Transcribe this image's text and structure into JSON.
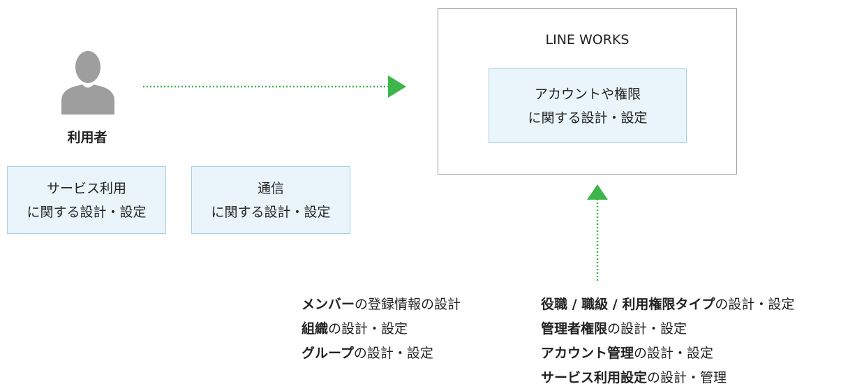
{
  "user": {
    "label": "利用者",
    "icon": "person-silhouette-icon"
  },
  "boxes": {
    "service": {
      "line1": "サービス利用",
      "line2": "に関する設計・設定"
    },
    "communication": {
      "line1": "通信",
      "line2": "に関する設計・設定"
    },
    "account": {
      "line1": "アカウントや権限",
      "line2": "に関する設計・設定"
    }
  },
  "works": {
    "title": "LINE WORKS"
  },
  "left_list": [
    {
      "bold": "メンバー",
      "rest": "の登録情報の設計"
    },
    {
      "bold": "組織",
      "rest": "の設計・設定"
    },
    {
      "bold": "グループ",
      "rest": "の設計・設定"
    }
  ],
  "right_list": [
    {
      "bold": "役職 / 職級 / 利用権限タイプ",
      "rest": "の設計・設定"
    },
    {
      "bold": "管理者権限",
      "rest": "の設計・設定"
    },
    {
      "bold": "アカウント管理",
      "rest": "の設計・設定"
    },
    {
      "bold": "サービス利用設定",
      "rest": "の設計・管理"
    }
  ],
  "colors": {
    "arrow": "#3db54a",
    "box_fill": "#e9f4fb",
    "box_border": "#a9cfe6",
    "icon": "#9e9e9e"
  }
}
